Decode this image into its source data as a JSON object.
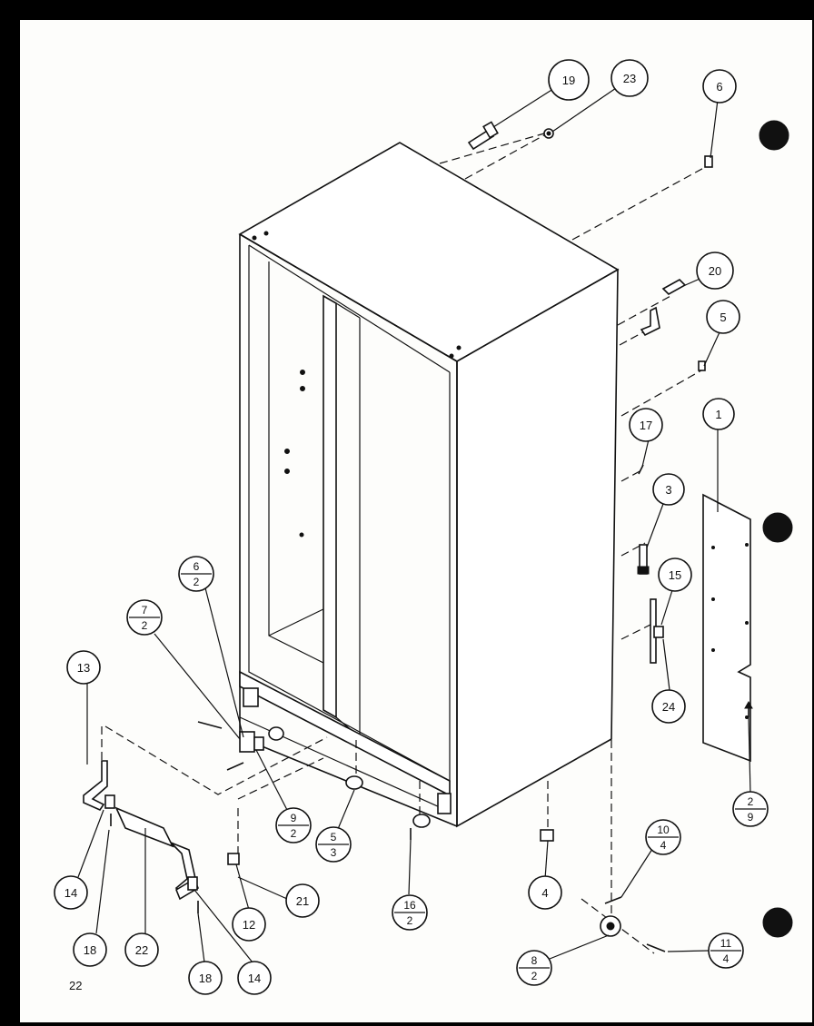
{
  "page": {
    "number": "22"
  },
  "callouts": {
    "c19": "19",
    "c23": "23",
    "c6": "6",
    "c20": "20",
    "c5": "5",
    "c17": "17",
    "c1": "1",
    "c3": "3",
    "c15": "15",
    "c24": "24",
    "c13": "13",
    "c14a": "14",
    "c18a": "18",
    "c22": "22",
    "c18b": "18",
    "c14b": "14",
    "c12": "12",
    "c21": "21",
    "c4": "4"
  },
  "fraction_callouts": {
    "f62": {
      "top": "6",
      "bottom": "2"
    },
    "f72": {
      "top": "7",
      "bottom": "2"
    },
    "f92": {
      "top": "9",
      "bottom": "2"
    },
    "f53": {
      "top": "5",
      "bottom": "3"
    },
    "f162": {
      "top": "16",
      "bottom": "2"
    },
    "f104": {
      "top": "10",
      "bottom": "4"
    },
    "f82": {
      "top": "8",
      "bottom": "2"
    },
    "f114": {
      "top": "11",
      "bottom": "4"
    },
    "f29": {
      "top": "2",
      "bottom": "9"
    }
  },
  "colors": {
    "ink": "#111111",
    "paper": "#fdfdfb",
    "border": "#000000"
  }
}
